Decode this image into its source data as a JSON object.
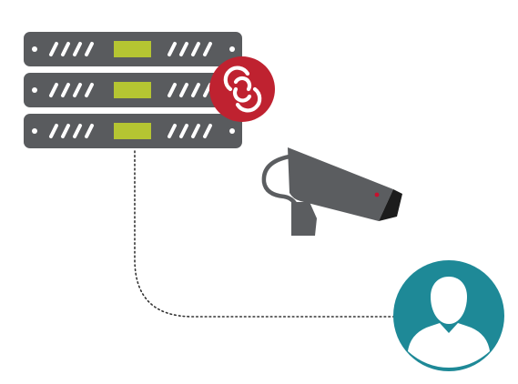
{
  "diagram": {
    "nodes": [
      {
        "id": "server",
        "icon": "server-rack-icon",
        "units": 3
      },
      {
        "id": "security-badge",
        "icon": "security-logo-icon"
      },
      {
        "id": "camera",
        "icon": "surveillance-camera-icon"
      },
      {
        "id": "user",
        "icon": "user-avatar-icon"
      }
    ],
    "edges": [
      {
        "from": "server",
        "to": "user",
        "style": "dotted"
      }
    ]
  },
  "colors": {
    "server_body": "#595b5e",
    "server_panel": "#b5c532",
    "badge": "#bf2230",
    "camera": "#5b5d60",
    "camera_lens": "#1c1c1c",
    "camera_led": "#c8102e",
    "user": "#1e8997",
    "connector": "#333333"
  }
}
